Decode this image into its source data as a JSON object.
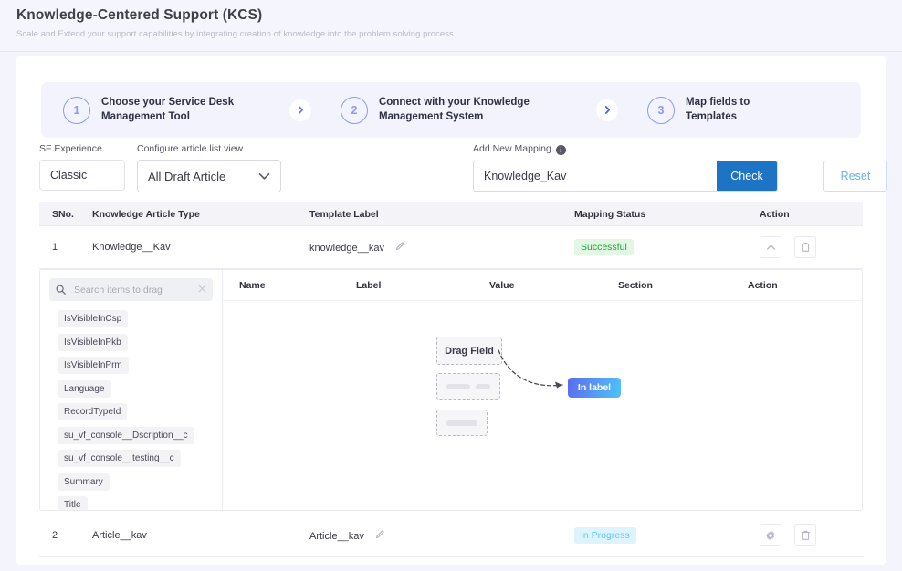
{
  "header": {
    "title": "Knowledge-Centered Support (KCS)",
    "subtitle": "Scale and Extend your support capabilities by integrating creation of knowledge into the problem solving process."
  },
  "stepper": {
    "steps": [
      {
        "num": "1",
        "label": "Choose your Service Desk\nManagement Tool"
      },
      {
        "num": "2",
        "label": "Connect with your Knowledge\nManagement System"
      },
      {
        "num": "3",
        "label": "Map fields to\nTemplates"
      }
    ],
    "arrow_icon": "chevron-right-icon"
  },
  "filters": {
    "sf_experience": {
      "label": "SF Experience",
      "value": "Classic"
    },
    "article_list_view": {
      "label": "Configure article list view",
      "value": "All Draft Article",
      "options": [
        "All Draft Article"
      ]
    },
    "add_new_mapping": {
      "label": "Add New Mapping",
      "info_icon": "info-icon",
      "value": "Knowledge_Kav",
      "placeholder": "Knowledge_Kav",
      "check_label": "Check",
      "check_color": "#1d74c4"
    },
    "reset_label": "Reset",
    "reset_color": "#6eb0e8"
  },
  "table": {
    "columns": [
      "SNo.",
      "Knowledge Article Type",
      "Template Label",
      "Mapping Status",
      "Action"
    ],
    "rows": [
      {
        "sno": "1",
        "type": "Knowledge__Kav",
        "template_label": "knowledge__kav",
        "status": "Successful",
        "status_color": "#25a03a",
        "status_bg": "#e2f8e4",
        "edit_icon": "pencil-icon",
        "actions": [
          "chevron-up-icon",
          "trash-icon"
        ]
      },
      {
        "sno": "2",
        "type": "Article__kav",
        "template_label": "Article__kav",
        "status": "In Progress",
        "status_color": "#69c9f4",
        "status_bg": "#ddf3fe",
        "edit_icon": "pencil-icon",
        "actions": [
          "gear-icon",
          "trash-icon"
        ]
      }
    ]
  },
  "detail_panel": {
    "search": {
      "placeholder": "Search items to drag",
      "search_icon": "search-icon",
      "clear_icon": "close-icon"
    },
    "fields": [
      "IsVisibleInCsp",
      "IsVisibleInPkb",
      "IsVisibleInPrm",
      "Language",
      "RecordTypeId",
      "su_vf_console__Dscription__c",
      "su_vf_console__testing__c",
      "Summary",
      "Title"
    ],
    "columns": [
      "Name",
      "Label",
      "Value",
      "Section",
      "Action"
    ],
    "empty_state": {
      "drag_field_label": "Drag Field",
      "in_label": "In label"
    }
  }
}
